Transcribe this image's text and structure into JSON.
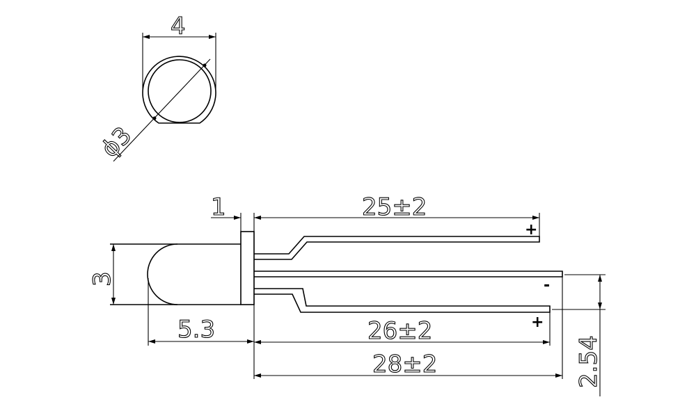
{
  "top_view": {
    "width_label": "4",
    "diameter_label": "ϕ3"
  },
  "side_view": {
    "flange_label": "1",
    "height_label": "3",
    "body_length_label": "5.3",
    "lead_top_length_label": "25±2",
    "lead_bottom_length_label": "26±2",
    "lead_middle_length_label": "28±2",
    "pitch_label": "2.54",
    "polarity": {
      "top": "+",
      "middle": "-",
      "bottom": "+"
    }
  }
}
